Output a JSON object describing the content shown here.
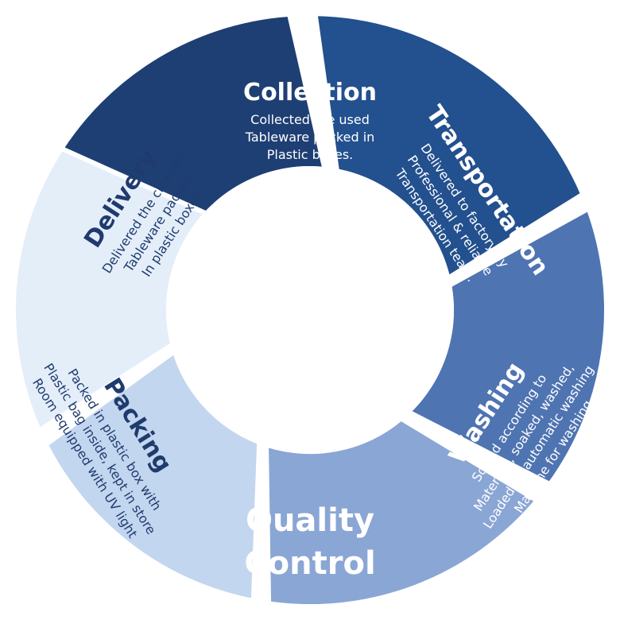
{
  "cycle": {
    "steps": [
      {
        "id": "collection",
        "title": [
          "Collection"
        ],
        "description": [
          "Collected the used",
          "Tableware packed in",
          "Plastic boxes."
        ],
        "fill": "#1e3f73",
        "text_color": "#ffffff"
      },
      {
        "id": "transportation",
        "title": [
          "Transportation"
        ],
        "description": [
          "Delivered to factory by",
          "Professional & reliable",
          "Transportation team."
        ],
        "fill": "#23508e",
        "text_color": "#ffffff"
      },
      {
        "id": "washing",
        "title": [
          "Washing"
        ],
        "description": [
          "Sorted according to",
          "Materials, soaked, washed,",
          "Loaded on automatic washing",
          "Machine for washing"
        ],
        "fill": "#4f74b2",
        "text_color": "#ffffff"
      },
      {
        "id": "quality-control",
        "title": [
          "Quality",
          "Control"
        ],
        "description": [],
        "fill": "#8aa6d4",
        "text_color": "#ffffff"
      },
      {
        "id": "packing",
        "title": [
          "Packing"
        ],
        "description": [
          "Packed in plastic box with",
          "Plastic bag inside, kept in store",
          "Room equipped with UV light"
        ],
        "fill": "#c3d6ef",
        "text_color": "#1f3b6e"
      },
      {
        "id": "delivery",
        "title": [
          "Delivery"
        ],
        "description": [
          "Delivered the cleaned",
          "Tableware packed",
          "In plastic boxes."
        ],
        "fill": "#e4eef9",
        "text_color": "#1f3b6e"
      }
    ]
  }
}
